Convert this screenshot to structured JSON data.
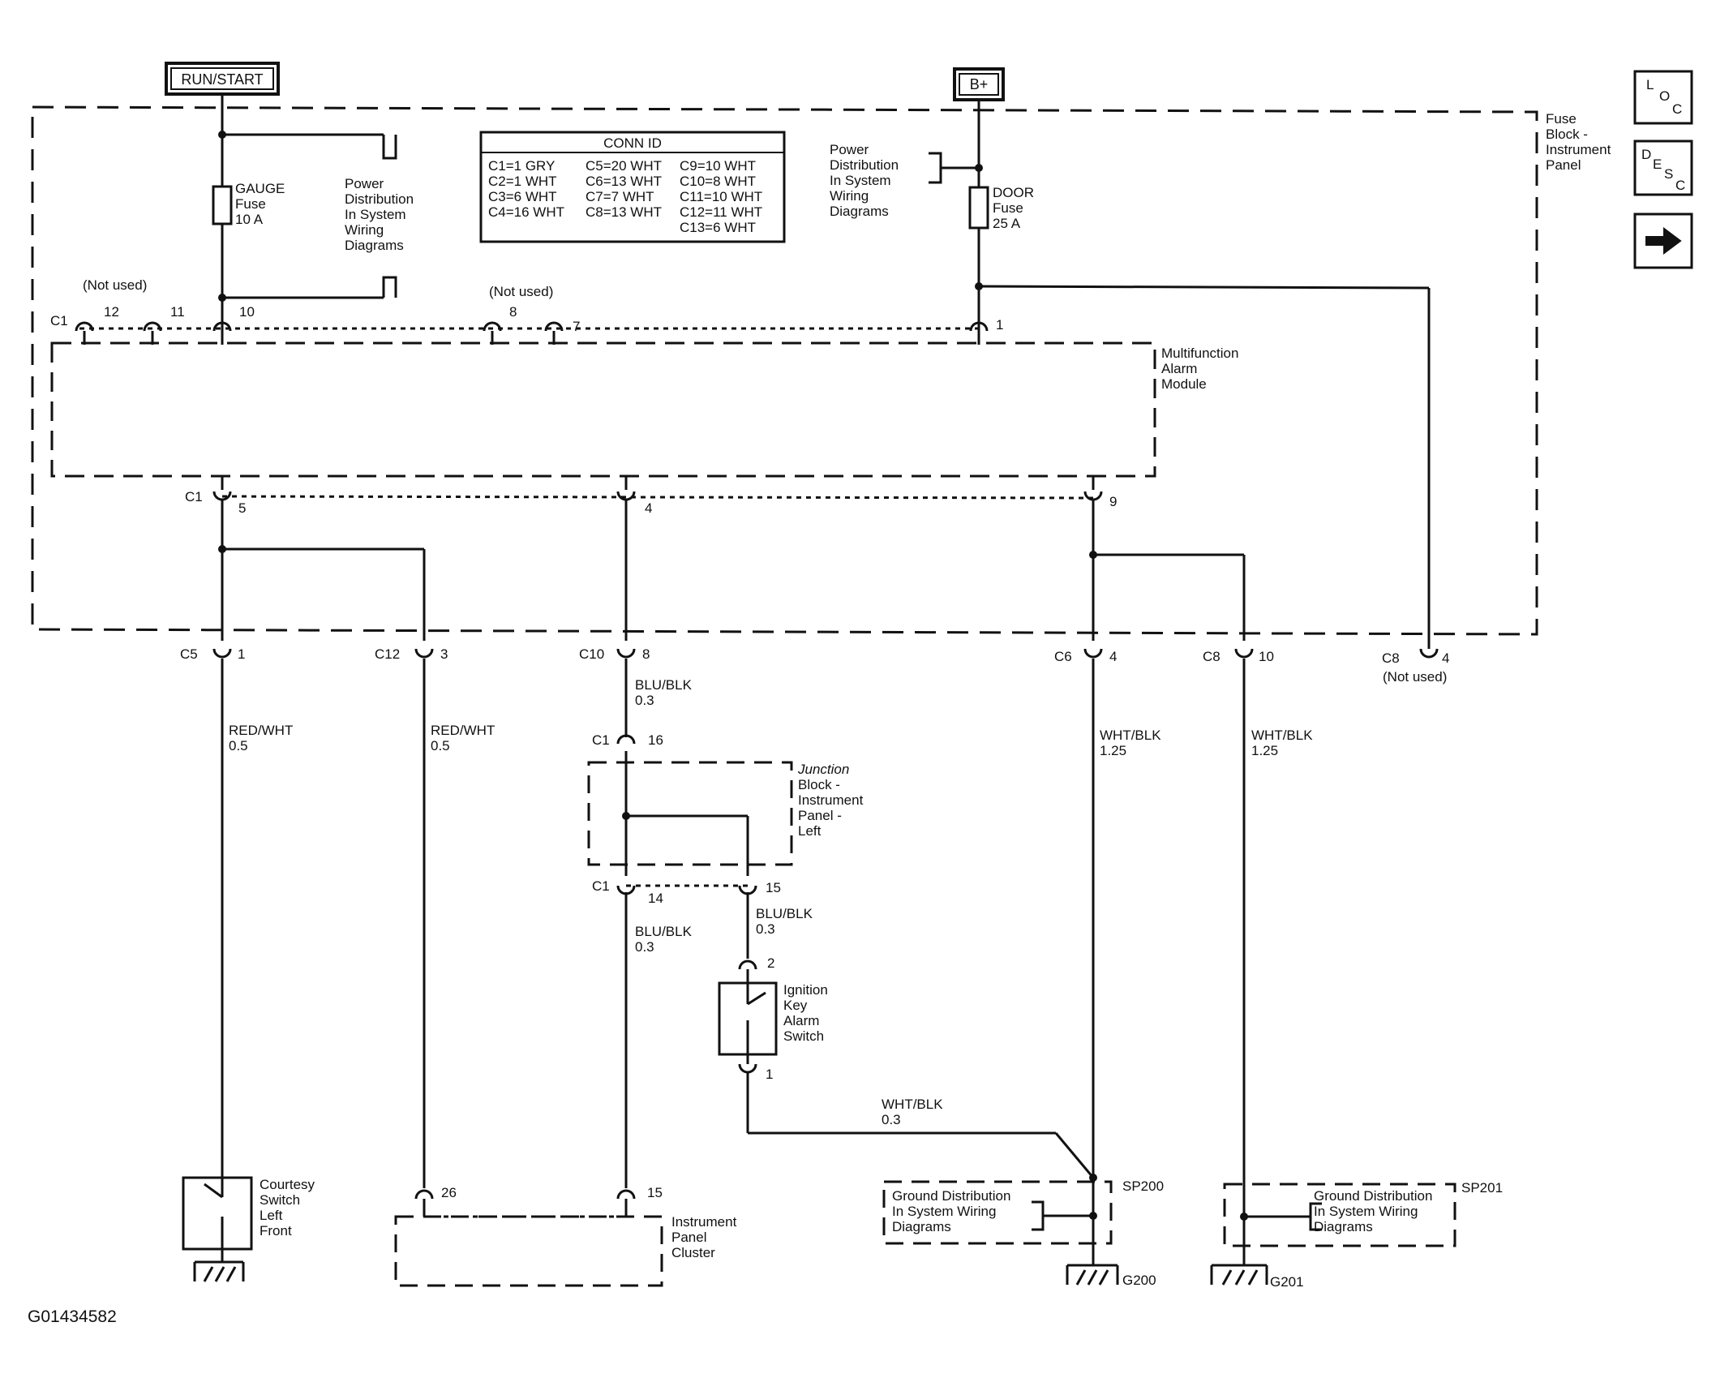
{
  "power": {
    "run_start": "RUN/START",
    "bplus": "B+"
  },
  "fuse_block": {
    "label": [
      "Fuse",
      "Block -",
      "Instrument",
      "Panel"
    ]
  },
  "gauge_fuse": {
    "name": "GAUGE",
    "type": "Fuse",
    "rating": "10 A"
  },
  "door_fuse": {
    "name": "DOOR",
    "type": "Fuse",
    "rating": "25 A"
  },
  "power_dist_left": [
    "Power",
    "Distribution",
    "In System",
    "Wiring",
    "Diagrams"
  ],
  "power_dist_right": [
    "Power",
    "Distribution",
    "In System",
    "Wiring",
    "Diagrams"
  ],
  "conn_id": {
    "title": "CONN ID",
    "rows": [
      [
        "C1=1 GRY",
        "C5=20 WHT",
        "C9=10 WHT"
      ],
      [
        "C2=1 WHT",
        "C6=13 WHT",
        "C10=8 WHT"
      ],
      [
        "C3=6 WHT",
        "C7=7 WHT",
        "C11=10 WHT"
      ],
      [
        "C4=16 WHT",
        "C8=13 WHT",
        "C12=11 WHT"
      ],
      [
        "",
        "",
        "C13=6 WHT"
      ]
    ]
  },
  "not_used": "(Not used)",
  "top_pins": {
    "c1": "C1",
    "p12": "12",
    "p11": "11",
    "p10": "10",
    "p8": "8",
    "p7": "7",
    "p1": "1"
  },
  "alarm_module": [
    "Multifunction",
    "Alarm",
    "Module"
  ],
  "mid_pins": {
    "c1": "C1",
    "p5": "5",
    "p4": "4",
    "p9": "9"
  },
  "bottom_conns": {
    "c5": "C5",
    "c5_pin": "1",
    "c12": "C12",
    "c12_pin": "3",
    "c10": "C10",
    "c10_pin": "8",
    "c6": "C6",
    "c6_pin": "4",
    "c8a": "C8",
    "c8a_pin": "10",
    "c8b": "C8",
    "c8b_pin": "4"
  },
  "wires": {
    "w1_color": "RED/WHT",
    "w1_gauge": "0.5",
    "w2_color": "RED/WHT",
    "w2_gauge": "0.5",
    "w3_color": "BLU/BLK",
    "w3_gauge": "0.3",
    "w4_color": "BLU/BLK",
    "w4_gauge": "0.3",
    "w5_color": "BLU/BLK",
    "w5_gauge": "0.3",
    "w6_color": "WHT/BLK",
    "w6_gauge": "1.25",
    "w7_color": "WHT/BLK",
    "w7_gauge": "1.25",
    "w8_color": "WHT/BLK",
    "w8_gauge": "0.3"
  },
  "junction": {
    "label": [
      "Junction",
      "Block -",
      "Instrument",
      "Panel -",
      "Left"
    ],
    "c1_top": "C1",
    "pin16": "16",
    "c1_bot": "C1",
    "pin14": "14",
    "pin15": "15"
  },
  "ignition_switch": {
    "label": [
      "Ignition",
      "Key",
      "Alarm",
      "Switch"
    ],
    "pin2": "2",
    "pin1": "1"
  },
  "courtesy_switch": [
    "Courtesy",
    "Switch",
    "Left",
    "Front"
  ],
  "cluster": {
    "label": [
      "Instrument",
      "Panel",
      "Cluster"
    ],
    "pin26": "26",
    "pin15": "15"
  },
  "ground_left": {
    "label": [
      "Ground Distribution",
      "In System Wiring",
      "Diagrams"
    ],
    "splice": "SP200",
    "ground": "G200"
  },
  "ground_right": {
    "label": [
      "Ground Distribution",
      "In System Wiring",
      "Diagrams"
    ],
    "splice": "SP201",
    "ground": "G201"
  },
  "nav": {
    "loc": [
      "L",
      "O",
      "C"
    ],
    "desc": [
      "D",
      "E",
      "S",
      "C"
    ],
    "next_icon": "arrow-right-icon"
  },
  "figure_id": "G01434582"
}
